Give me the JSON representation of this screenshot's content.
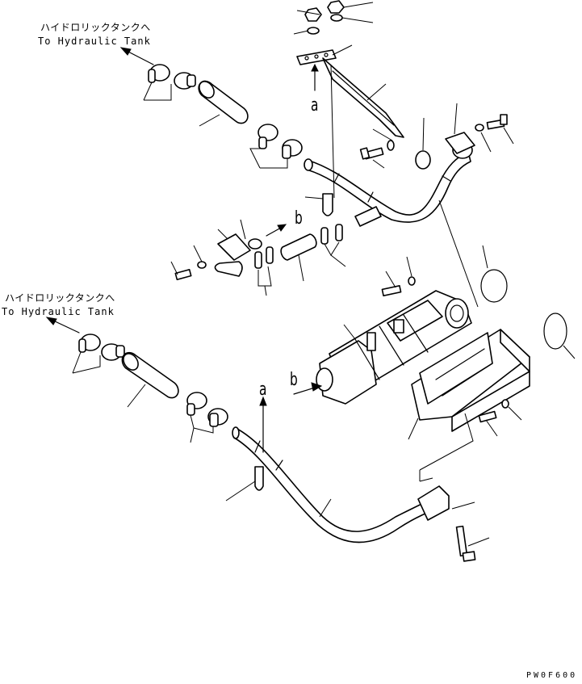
{
  "labels": {
    "upper_tank_jp": "ハイドロリックタンクへ",
    "upper_tank_en": "To Hydraulic Tank",
    "lower_tank_jp": "ハイドロリックタンクへ",
    "lower_tank_en": "To Hydraulic Tank",
    "view_a_upper": "a",
    "view_b_upper": "b",
    "view_a_lower": "a",
    "view_b_lower": "b",
    "drawing_code": "PW0F600"
  }
}
